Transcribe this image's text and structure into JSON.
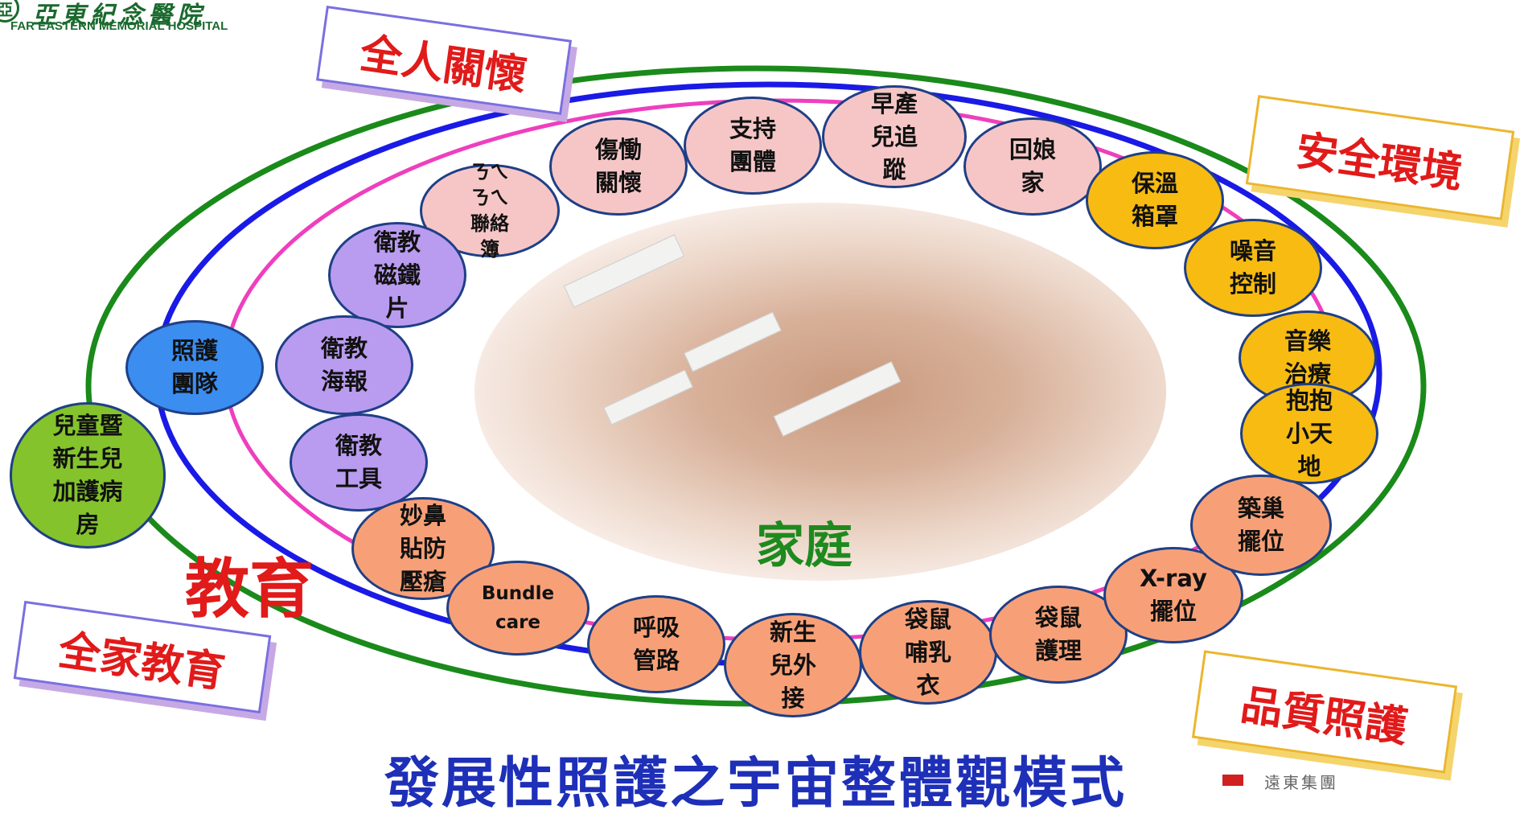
{
  "hospital": {
    "name_cn": "亞東紀念醫院",
    "name_en": "FAR EASTERN MEMORIAL HOSPITAL"
  },
  "banners": {
    "holistic_care": "全人關懷",
    "safe_environment": "安全環境",
    "family_education": "全家教育",
    "quality_care": "品質照護"
  },
  "center": {
    "label": "家庭",
    "education": "教育"
  },
  "nodes": {
    "pink": [
      "ㄋㄟ\nㄋㄟ\n聯絡\n簿",
      "傷慟\n關懷",
      "支持\n團體",
      "早產\n兒追\n蹤",
      "回娘\n家"
    ],
    "purple": [
      "衛教\n磁鐵\n片",
      "衛教\n海報",
      "衛教\n工具"
    ],
    "orange": [
      "妙鼻\n貼防\n壓瘡",
      "Bundle\ncare",
      "呼吸\n管路",
      "新生\n兒外\n接",
      "袋鼠\n哺乳\n衣",
      "袋鼠\n護理",
      "X-ray\n擺位",
      "築巢\n擺位"
    ],
    "yellow": [
      "保溫\n箱罩",
      "噪音\n控制",
      "音樂\n治療",
      "抱抱\n小天\n地"
    ],
    "care_team": "照護\n團隊",
    "ward": "兒童暨\n新生兒\n加護病\n房"
  },
  "title": "發展性照護之宇宙整體觀模式",
  "group_logo": "遠東集團",
  "colors": {
    "ring_green": "#1a8a1a",
    "ring_blue": "#1a1ae6",
    "ring_pink": "#ee3fbe",
    "banner_text": "#e11a1a",
    "title_text": "#1e2fb8"
  }
}
